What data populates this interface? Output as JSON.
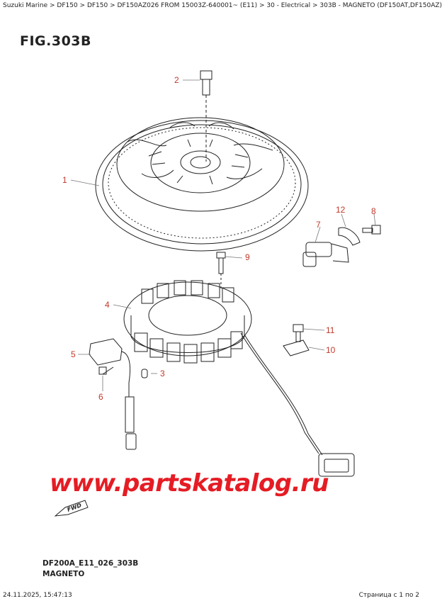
{
  "header": {
    "breadcrumb": "Suzuki Marine > DF150 > DF150 > DF150AZ026 FROM 15003Z-640001~ (E11) > 30 - Electrical > 303B - MAGNETO (DF150AT,DF150AZ)"
  },
  "figure": {
    "title": "FIG.303B",
    "code": "DF200A_E11_026_303B",
    "caption": "MAGNETO",
    "fwd_label": "FWD"
  },
  "callouts": [
    "1",
    "2",
    "3",
    "4",
    "5",
    "6",
    "7",
    "8",
    "9",
    "10",
    "11",
    "12"
  ],
  "watermark": "www.partskatalog.ru",
  "footer": {
    "timestamp": "24.11.2025, 15:47:13",
    "page": "Страница с 1 по 2"
  },
  "colors": {
    "callout": "#c0392b",
    "watermark": "#e51c24",
    "line": "#222222"
  }
}
